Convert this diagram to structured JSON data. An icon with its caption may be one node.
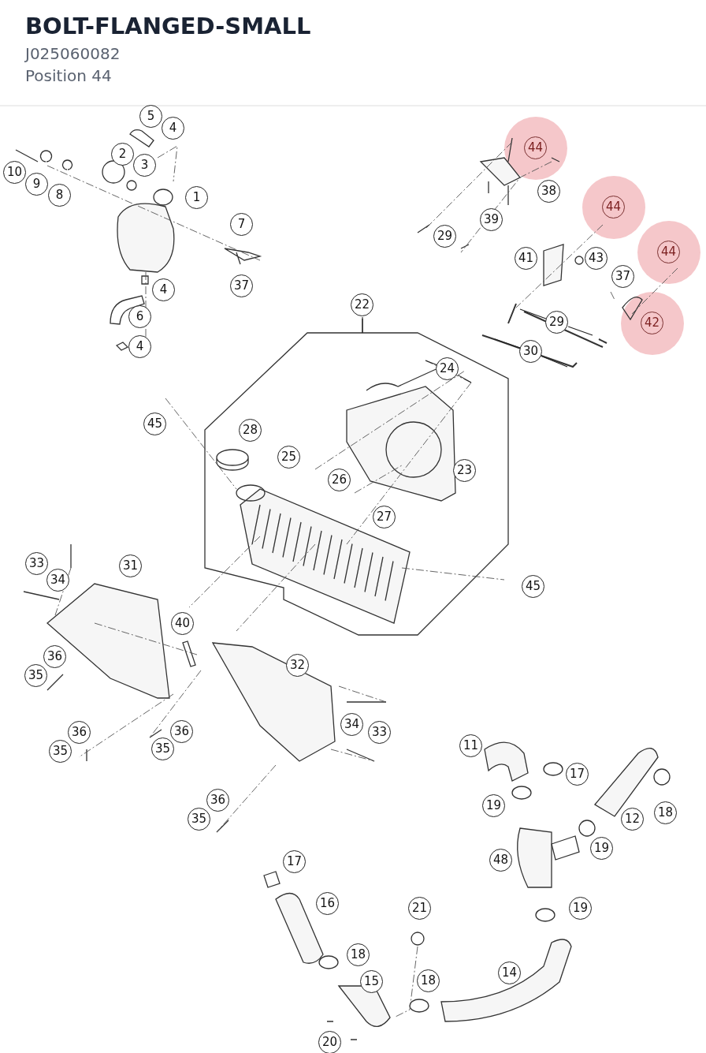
{
  "diagram": {
    "title": "BOLT-FLANGED-SMALL",
    "nodes": [
      {
        "text": [
          "5"
        ]
      },
      {
        "text": [
          "4"
        ]
      },
      {
        "text": [
          "44"
        ]
      },
      {
        "text": [
          "2"
        ]
      },
      {
        "text": [
          "3"
        ]
      },
      {
        "text": [
          "10"
        ]
      },
      {
        "text": [
          "9"
        ]
      },
      {
        "text": [
          "38"
        ]
      },
      {
        "text": [
          "8"
        ]
      },
      {
        "text": [
          "1"
        ]
      },
      {
        "text": [
          "44"
        ]
      },
      {
        "text": [
          "29"
        ]
      },
      {
        "text": [
          "39"
        ]
      },
      {
        "text": [
          "7"
        ]
      },
      {
        "text": [
          "44"
        ]
      },
      {
        "text": [
          "41"
        ]
      },
      {
        "text": [
          "43"
        ]
      },
      {
        "text": [
          "37"
        ]
      },
      {
        "text": [
          "4"
        ]
      },
      {
        "text": [
          "37"
        ]
      },
      {
        "text": [
          "22"
        ]
      },
      {
        "text": [
          "6"
        ]
      },
      {
        "text": [
          "42"
        ]
      },
      {
        "text": [
          "29"
        ]
      },
      {
        "text": [
          "4"
        ]
      },
      {
        "text": [
          "30"
        ]
      },
      {
        "text": [
          "24"
        ]
      },
      {
        "text": [
          "45"
        ]
      },
      {
        "text": [
          "28"
        ]
      },
      {
        "text": [
          "25"
        ]
      },
      {
        "text": [
          "23"
        ]
      },
      {
        "text": [
          "26"
        ]
      },
      {
        "text": [
          "27"
        ]
      },
      {
        "text": [
          "33"
        ]
      },
      {
        "text": [
          "31"
        ]
      },
      {
        "text": [
          "34"
        ]
      },
      {
        "text": [
          "45"
        ]
      },
      {
        "text": [
          "40"
        ]
      },
      {
        "text": [
          "36"
        ]
      },
      {
        "text": [
          "35"
        ]
      },
      {
        "text": [
          "32"
        ]
      },
      {
        "text": [
          "36"
        ]
      },
      {
        "text": [
          "34"
        ]
      },
      {
        "text": [
          "36"
        ]
      },
      {
        "text": [
          "33"
        ]
      },
      {
        "text": [
          "35"
        ]
      },
      {
        "text": [
          "35"
        ]
      },
      {
        "text": [
          "11"
        ]
      },
      {
        "text": [
          "17"
        ]
      },
      {
        "text": [
          "19"
        ]
      },
      {
        "text": [
          "18"
        ]
      },
      {
        "text": [
          "12"
        ]
      },
      {
        "text": [
          "36"
        ]
      },
      {
        "text": [
          "35"
        ]
      },
      {
        "text": [
          "48"
        ]
      },
      {
        "text": [
          "19"
        ]
      },
      {
        "text": [
          "17"
        ]
      },
      {
        "text": [
          "16"
        ]
      },
      {
        "text": [
          "21"
        ]
      },
      {
        "text": [
          "19"
        ]
      },
      {
        "text": [
          "18"
        ]
      },
      {
        "text": [
          "15"
        ]
      },
      {
        "text": [
          "14"
        ]
      },
      {
        "text": [
          "18"
        ]
      },
      {
        "text": [
          "20"
        ]
      }
    ],
    "edges": [
      {
        "from": 20,
        "to": null,
        "arrow": "none"
      },
      {
        "from": 26,
        "to": null,
        "arrow": "none"
      },
      {
        "from": 26,
        "to": null,
        "arrow": "none"
      },
      {
        "from": 23,
        "to": null,
        "arrow": "none"
      },
      {
        "from": 23,
        "to": null,
        "arrow": "none"
      },
      {
        "from": 25,
        "to": null,
        "arrow": "none"
      },
      {
        "from": 25,
        "to": null,
        "arrow": "none"
      }
    ],
    "labels": [
      "J025060082",
      "Position 44"
    ]
  }
}
